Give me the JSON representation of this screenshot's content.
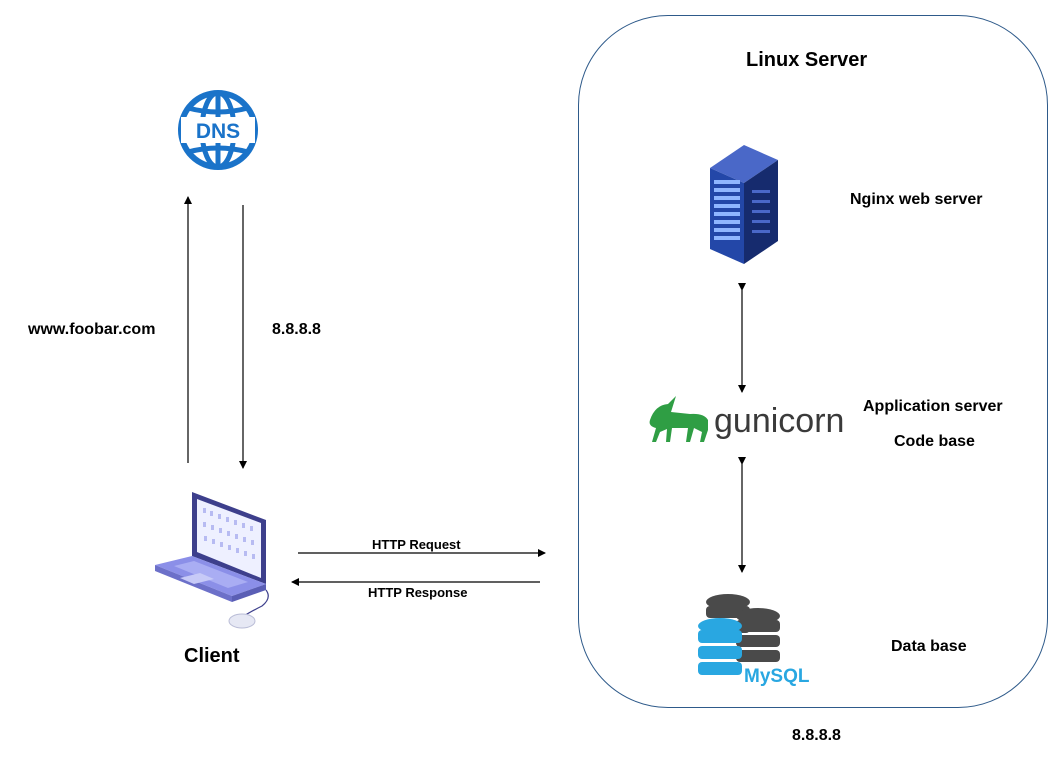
{
  "dns": {
    "label": "DNS"
  },
  "client": {
    "label": "Client"
  },
  "dns_query": {
    "domain": "www.foobar.com",
    "ip": "8.8.8.8"
  },
  "http": {
    "request": "HTTP Request",
    "response": "HTTP Response"
  },
  "server": {
    "title": "Linux Server",
    "ip": "8.8.8.8",
    "web_server": "Nginx web server",
    "app_server": "Application server",
    "code_base": "Code base",
    "database": "Data base",
    "gunicorn_wordmark": "gunicorn",
    "mysql_wordmark": "MySQL"
  },
  "colors": {
    "dns": "#1a73c9",
    "server_rack": "#1f3b8f",
    "gunicorn": "#2f9e44",
    "mysql_gray": "#4a4a4a",
    "mysql_blue": "#29a7e1",
    "laptop": "#8b8fe8",
    "border": "#2e5a8a"
  }
}
